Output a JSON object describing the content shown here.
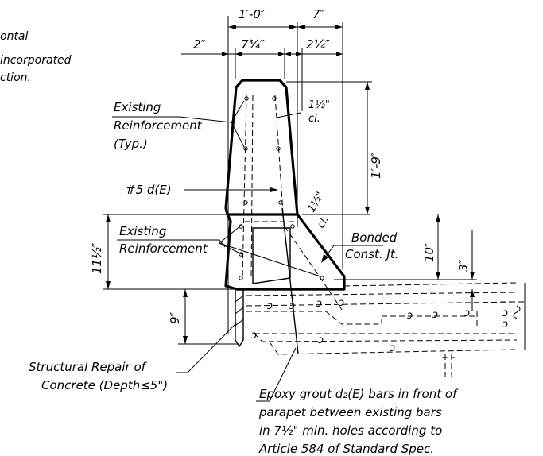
{
  "dimensions": {
    "top_overall": "1′-0″",
    "top_right": "7″",
    "left_offset": "2″",
    "top_inner": "7¾″",
    "right_inner": "2¼″",
    "clear_top": "1½\"",
    "clear_top_sub": "cl.",
    "height_upper": "1′-9″",
    "clear_lower": "1½\"",
    "clear_lower_sub": "cl.",
    "height_left": "11½″",
    "height_right": "10″",
    "height_right_small": "3″",
    "height_bottom": "9″"
  },
  "notes": {
    "top_left": [
      "ontal",
      "incorporated",
      "ction."
    ],
    "existing_reinf_top": [
      "Existing",
      "Reinforcement",
      "(Typ.)"
    ],
    "bar_mark": "#5 d(E)",
    "existing_reinf_mid": [
      "Existing",
      "Reinforcement"
    ],
    "bonded_joint": [
      "Bonded",
      "Const. Jt."
    ],
    "structural_repair": [
      "Structural Repair of",
      "Concrete (Depth≤5\")"
    ],
    "epoxy_grout": [
      "Epoxy grout d₂(E) bars in front of",
      "parapet between existing bars",
      "in 7½\" min. holes according to",
      "Article 584 of Standard Spec."
    ]
  }
}
